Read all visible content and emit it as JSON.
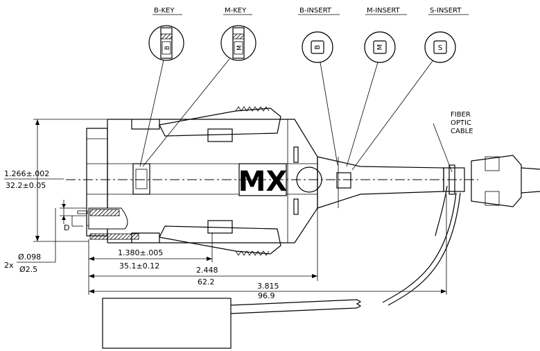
{
  "callouts": {
    "b_key": "B-KEY",
    "m_key": "M-KEY",
    "b_insert": "B-INSERT",
    "m_insert": "M-INSERT",
    "s_insert": "S-INSERT"
  },
  "insert_letters": {
    "b": "B",
    "m": "M",
    "s": "S"
  },
  "body_logo": "MX",
  "cable_label": [
    "FIBER",
    "OPTIC",
    "CABLE"
  ],
  "dimensions": {
    "height_in": "1.266±.002",
    "height_mm": "32.2±0.05",
    "hole_prefix": "2x",
    "hole_in": "Ø.098",
    "hole_mm": "Ø2.5",
    "d_label": "D",
    "len1_in": "1.380±.005",
    "len1_mm": "35.1±0.12",
    "len2_in": "2.448",
    "len2_mm": "62.2",
    "len3_in": "3.815",
    "len3_mm": "96.9"
  }
}
